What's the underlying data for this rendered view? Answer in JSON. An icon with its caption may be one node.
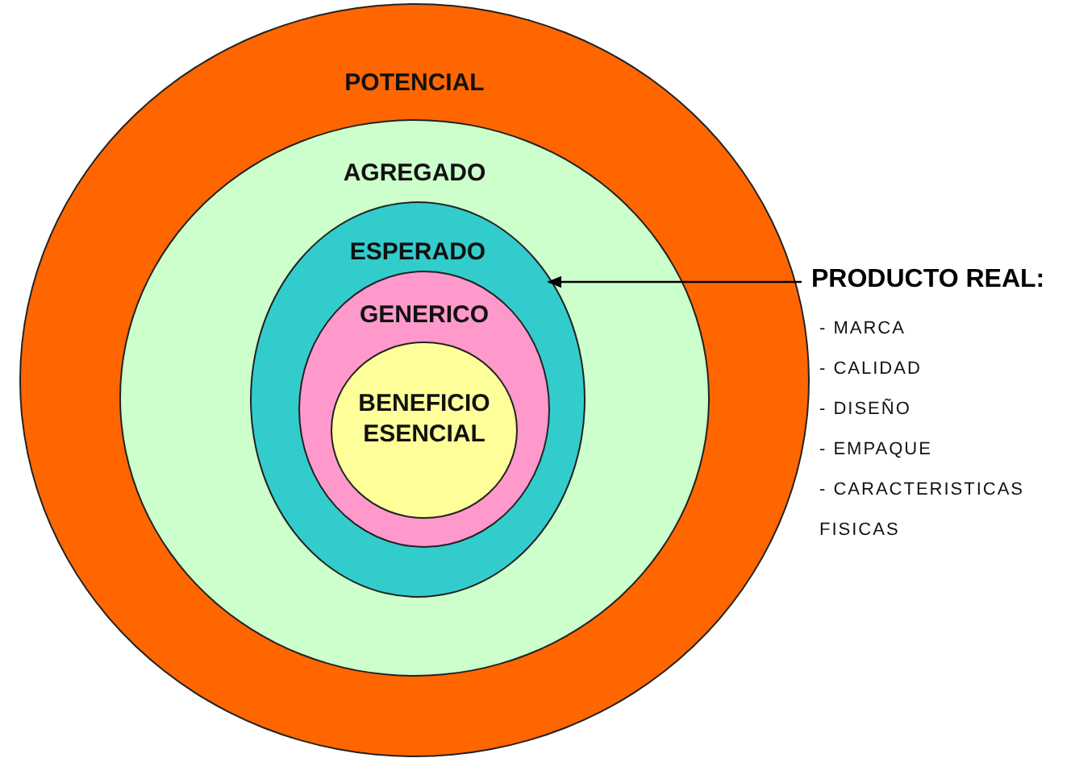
{
  "diagram": {
    "nodes": [
      {
        "text": [
          "POTENCIAL"
        ]
      },
      {
        "text": [
          "AGREGADO"
        ],
        "in": 0
      },
      {
        "text": [
          "ESPERADO"
        ],
        "in": 1
      },
      {
        "text": [
          "GENERICO"
        ],
        "in": 2
      },
      {
        "text": [
          "BENEFICIO ESENCIAL"
        ],
        "in": 3
      },
      {
        "text": [
          "PRODUCTO REAL:"
        ]
      }
    ],
    "edges": [
      {
        "from": 5,
        "to": 2,
        "arrow": "to"
      }
    ],
    "labels": [
      "- MARCA",
      "- CALIDAD",
      "- DISEÑO",
      "- EMPAQUE",
      "- CARACTERISTICAS FISICAS"
    ]
  }
}
